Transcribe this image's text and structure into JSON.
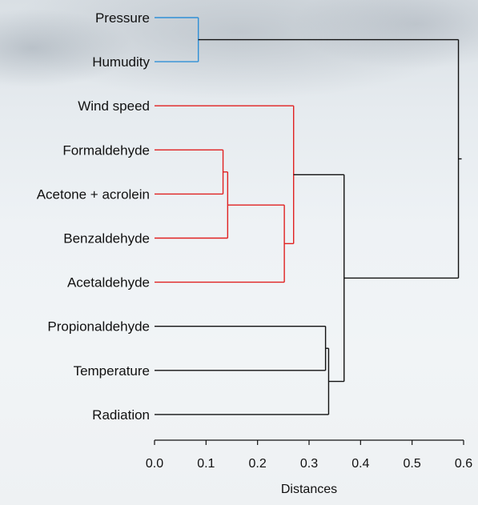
{
  "chart_data": {
    "type": "dendrogram",
    "xlabel": "Distances",
    "xlim": [
      0,
      0.6
    ],
    "ticks": [
      "0.0",
      "0.1",
      "0.2",
      "0.3",
      "0.4",
      "0.5",
      "0.6"
    ],
    "tick_values": [
      0,
      0.1,
      0.2,
      0.3,
      0.4,
      0.5,
      0.6
    ],
    "grid": false,
    "colors": {
      "blue_cluster": "#2f8fd6",
      "red_cluster": "#e02020",
      "default": "#111111"
    },
    "leaves": [
      "Pressure",
      "Humudity",
      "Wind speed",
      "Formaldehyde",
      "Acetone + acrolein",
      "Benzaldehyde",
      "Acetaldehyde",
      "Propionaldehyde",
      "Temperature",
      "Radiation"
    ],
    "merges": [
      {
        "left": "Pressure",
        "right": "Humudity",
        "distance": 0.085,
        "color": "blue_cluster"
      },
      {
        "left": "Formaldehyde",
        "right": "Acetone + acrolein",
        "distance": 0.133,
        "color": "red_cluster"
      },
      {
        "left": "m2",
        "right": "Benzaldehyde",
        "distance": 0.142,
        "color": "red_cluster"
      },
      {
        "left": "m3",
        "right": "Acetaldehyde",
        "distance": 0.252,
        "color": "red_cluster"
      },
      {
        "left": "Wind speed",
        "right": "m4",
        "distance": 0.27,
        "color": "red_cluster"
      },
      {
        "left": "Propionaldehyde",
        "right": "Temperature",
        "distance": 0.332,
        "color": "default"
      },
      {
        "left": "m6",
        "right": "Radiation",
        "distance": 0.338,
        "color": "default"
      },
      {
        "left": "m5",
        "right": "m7",
        "distance": 0.368,
        "color": "default"
      },
      {
        "left": "m1",
        "right": "m8",
        "distance": 0.59,
        "color": "default"
      }
    ]
  }
}
